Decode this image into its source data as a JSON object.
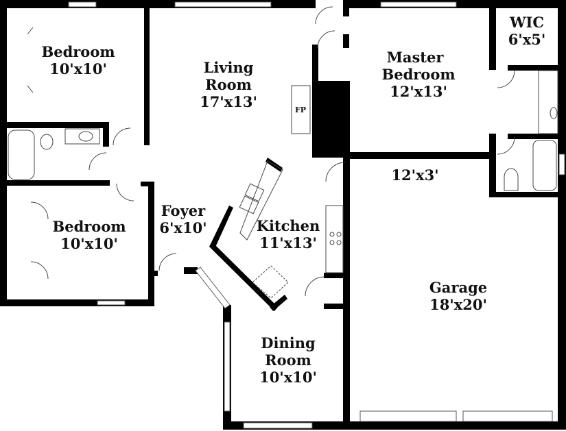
{
  "rooms": {
    "bedroom1": {
      "name": "Bedroom",
      "size": "10'x10'"
    },
    "bedroom2": {
      "name": "Bedroom",
      "size": "10'x10'"
    },
    "living": {
      "name1": "Living",
      "name2": "Room",
      "size": "17'x13'"
    },
    "master": {
      "name1": "Master",
      "name2": "Bedroom",
      "size": "12'x13'"
    },
    "wic": {
      "name": "WIC",
      "size": "6'x5'"
    },
    "hall": {
      "size": "12'x3'"
    },
    "foyer": {
      "name": "Foyer",
      "size": "6'x10'"
    },
    "kitchen": {
      "name": "Kitchen",
      "size": "11'x13'"
    },
    "dining": {
      "name1": "Dining",
      "name2": "Room",
      "size": "10'x10'"
    },
    "garage": {
      "name": "Garage",
      "size": "18'x20'"
    }
  },
  "fireplace_label": "FP"
}
